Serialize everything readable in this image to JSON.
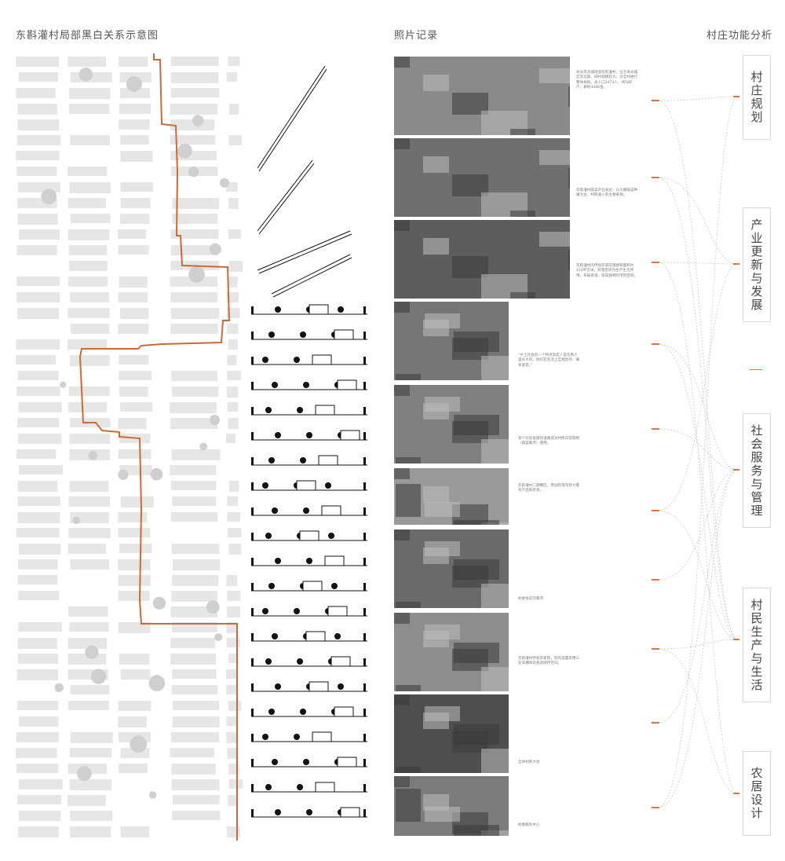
{
  "titles": {
    "map": "东斟灌村局部黑白关系示意图",
    "photos": "照片记录",
    "functions": "村庄功能分析"
  },
  "colors": {
    "boundary": "#cc6a36",
    "accent": "#d9763a",
    "building": "#e6e6e6",
    "dashed": "#c9c9c9"
  },
  "photos": [
    {
      "id": "p1",
      "caption": "寿光市洛城街道东斟灌村，位于寿光城区东北部，旧村规模较大，对全村进行整体规划。总人口2073人，共586户，耕地4486亩。"
    },
    {
      "id": "p2",
      "caption": "东斟灌村蔬菜产业发达，以大棚蔬菜种植为主，村民收入的主要来源。"
    },
    {
      "id": "p3",
      "caption": "东斟灌村的传统农家院落建筑面积约150平方米，院落空间为生产生活所用，布局紧凑，形成独特的宅院空间。"
    },
    {
      "id": "p4",
      "caption": "“乡土社会的一个特点就是人是在熟人里长大的，他们在生活上互相合作、联系紧密。”"
    },
    {
      "id": "p5",
      "caption": "某个比较宽敞的道路成为村民日常购物（蔬菜集市）使用。"
    },
    {
      "id": "p6",
      "caption": "东斟灌村二期棚区，周边院落屯存大量农产品和农资。"
    },
    {
      "id": "p7",
      "caption": "村委会前的集市"
    },
    {
      "id": "p8",
      "caption": "东斟灌村传统农家院，院内设置农用三轮车棚和农机具储存空间。"
    },
    {
      "id": "p9",
      "caption": "全体村民大会"
    },
    {
      "id": "p10",
      "caption": "村委服务中心"
    }
  ],
  "functions": [
    {
      "id": "f1",
      "label": "村庄规划"
    },
    {
      "id": "f2",
      "label": "产业更新与发展"
    },
    {
      "id": "f3",
      "label": "社会服务与管理"
    },
    {
      "id": "f4",
      "label": "村民生产与生活"
    },
    {
      "id": "f5",
      "label": "农居设计"
    }
  ]
}
